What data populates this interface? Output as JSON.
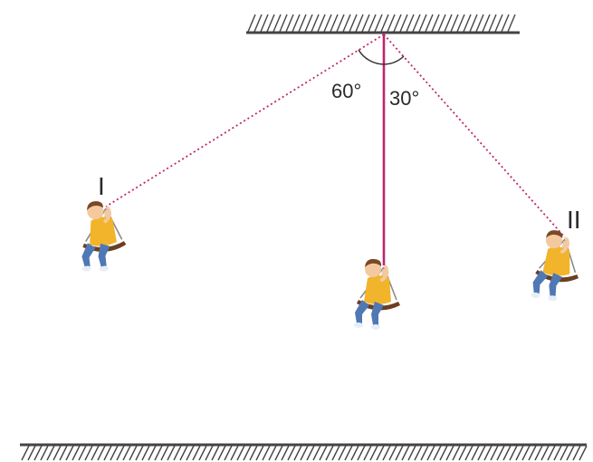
{
  "angles": {
    "left": "60°",
    "right": "30°"
  },
  "positions": {
    "left": "I",
    "right": "II"
  },
  "colors": {
    "rope": "#c0246e",
    "hatch": "#444444",
    "shirt": "#f2b42a",
    "jeans": "#4f78b5",
    "hair": "#7a4a26",
    "skin": "#f4c9a0",
    "seat": "#6b3f22"
  },
  "icons": {
    "ceiling": "hatched-ceiling-icon",
    "ground": "hatched-ground-icon",
    "child": "child-on-swing-icon"
  }
}
